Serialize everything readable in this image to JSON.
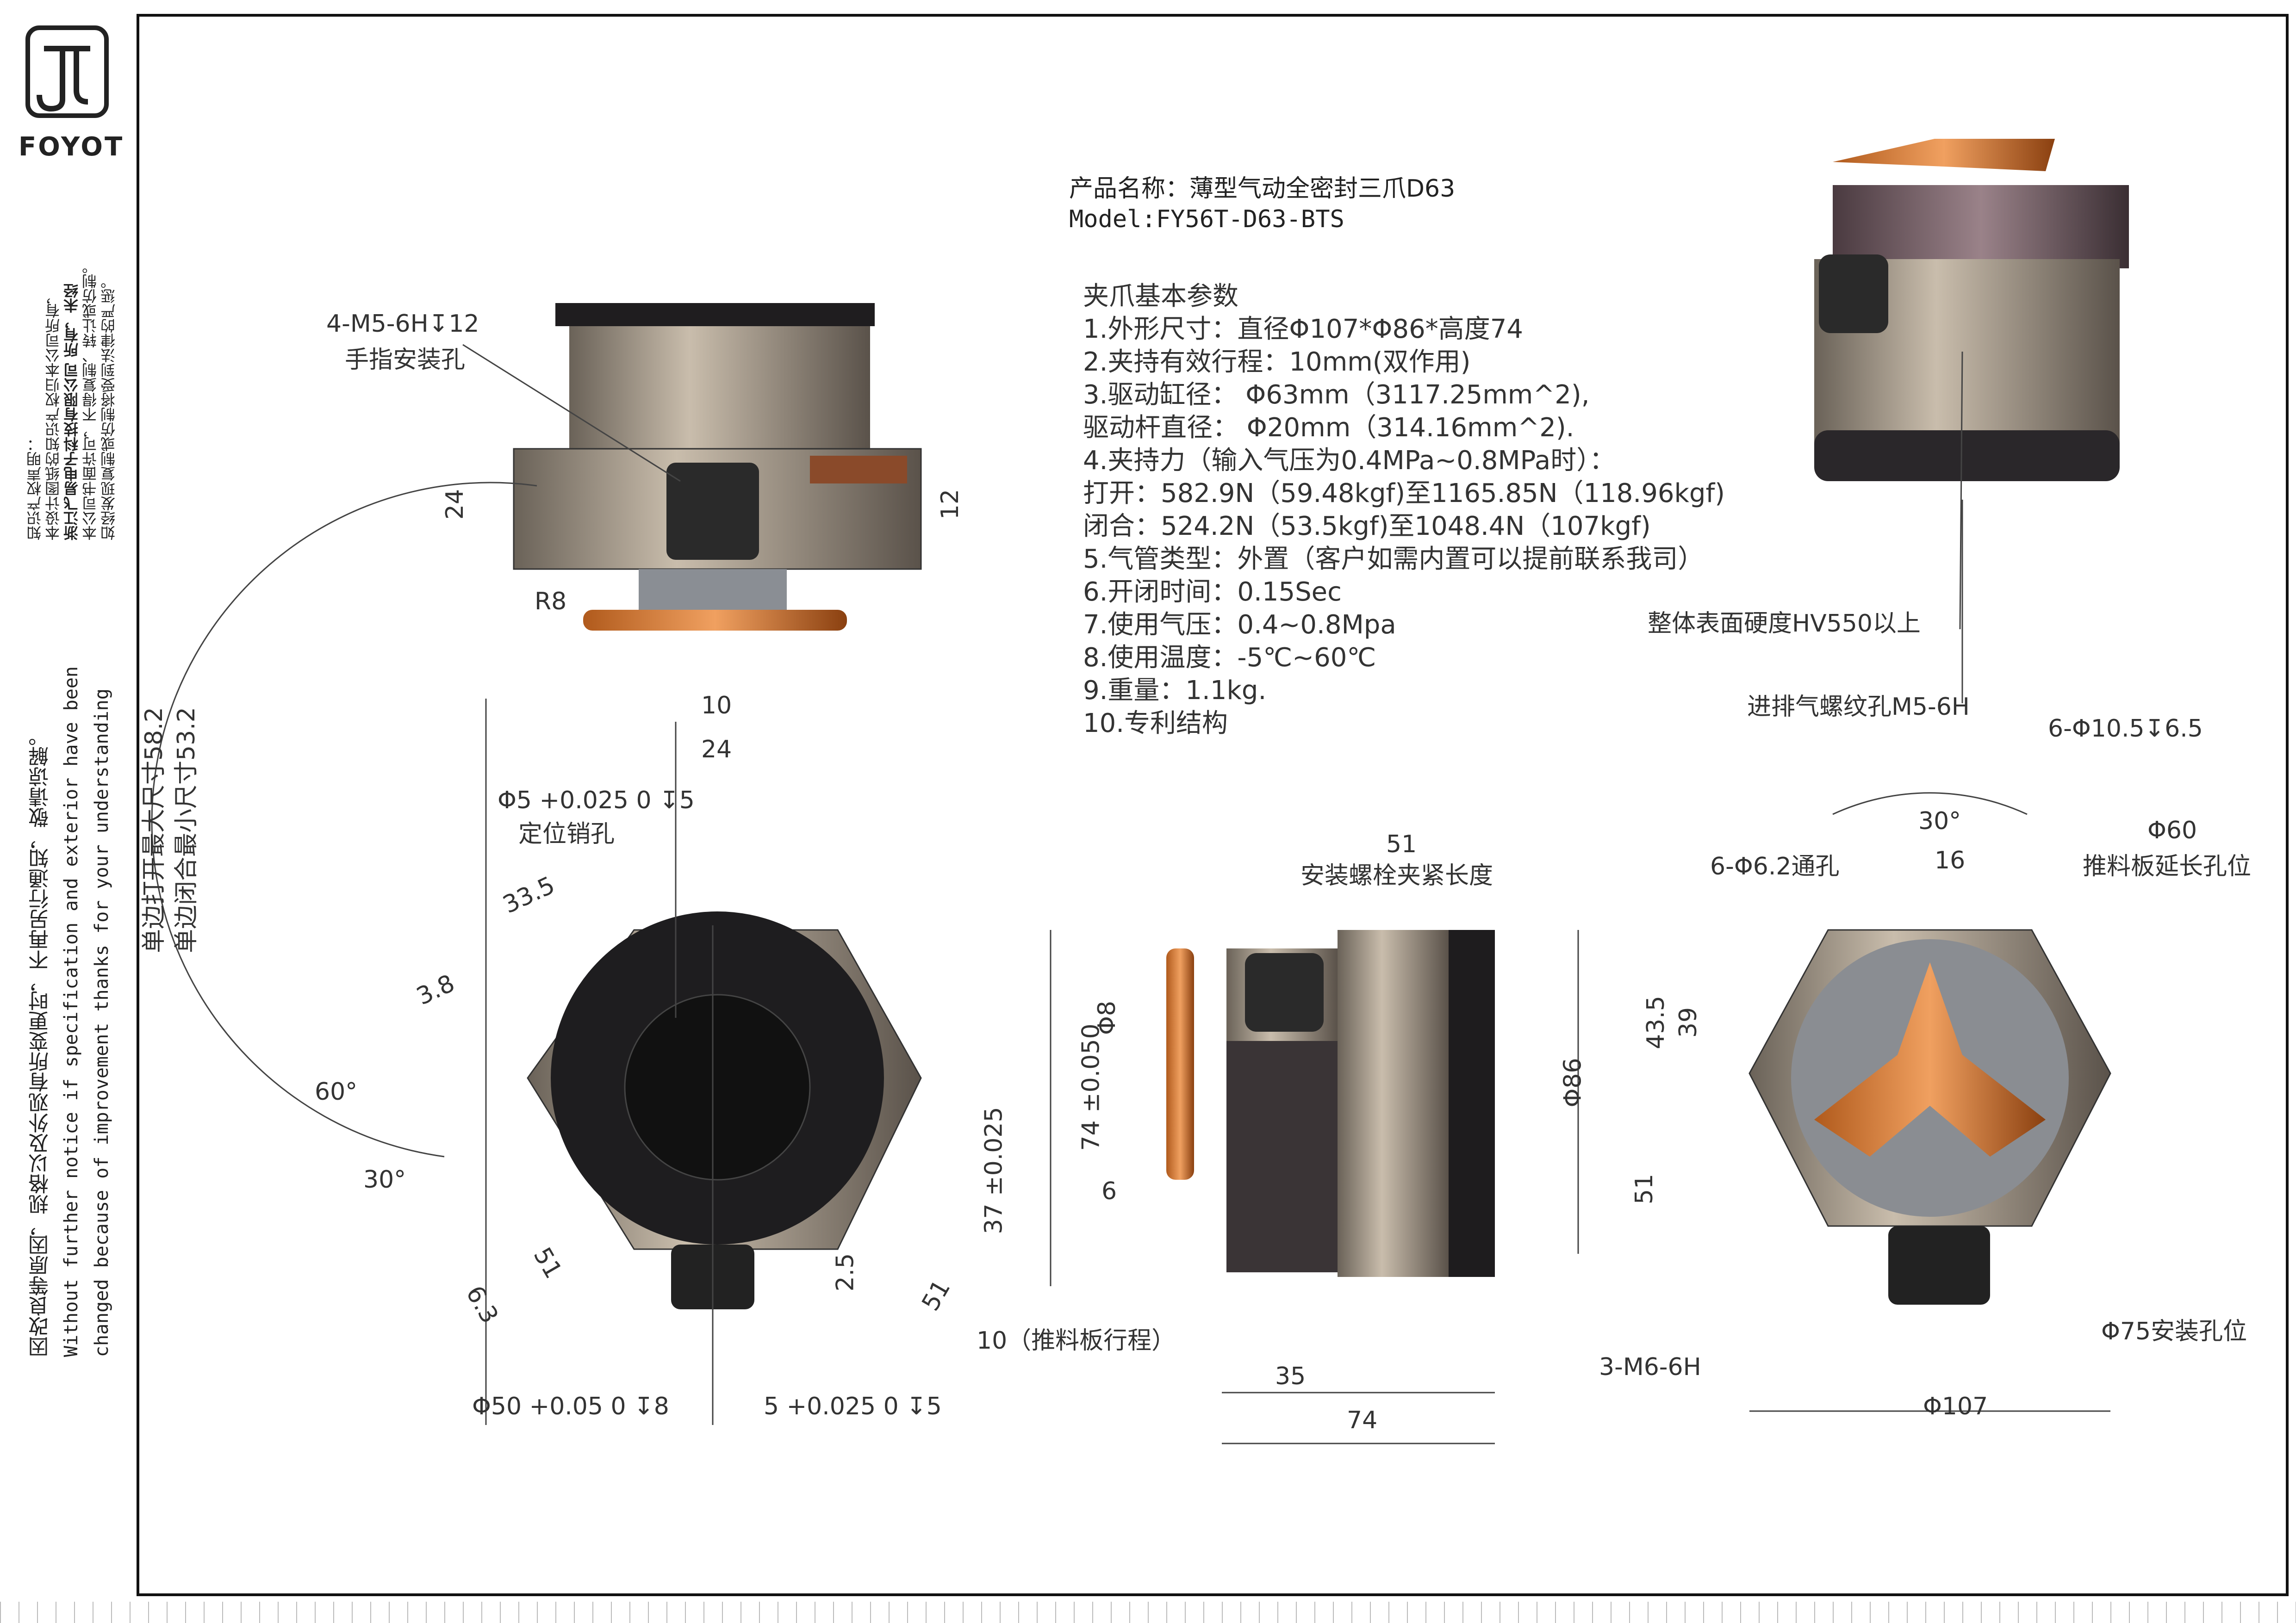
{
  "brand": "FOYOT",
  "side_notes": {
    "copyright_title": "知识产权声明：",
    "copyright_1": "本设计图纸的知识产权归本公司所有，",
    "copyright_2": "浙江飞易电子科技有限公司 所有，未经",
    "copyright_3": "本公司书面许可，不得复制、转让或仿制。",
    "copyright_4": "如经发现复制或仿制将受到法律的严惩。",
    "notice_cn": "因改良等原因，规格以及外观有所变更时，不再另行通知，敬请谅解。",
    "notice_en_1": "Without further  notice if specification and exterior have been",
    "notice_en_2": "changed because of improvement thanks for your understanding"
  },
  "product": {
    "name": "产品名称：薄型气动全密封三爪D63",
    "model": "Model:FY56T-D63-BTS"
  },
  "params": {
    "heading": "夹爪基本参数",
    "lines": [
      "1.外形尺寸：直径Φ107*Φ86*高度74",
      "2.夹持有效行程：10mm(双作用)",
      "3.驱动缸径：  Φ63mm（3117.25mm^2),",
      "驱动杆直径：  Φ20mm（314.16mm^2).",
      "4.夹持力（输入气压为0.4MPa~0.8MPa时）：",
      "打开：582.9N（59.48kgf)至1165.85N（118.96kgf)",
      "闭合：524.2N（53.5kgf)至1048.4N（107kgf)",
      "5.气管类型：外置（客户如需内置可以提前联系我司）",
      "6.开闭时间：0.15Sec",
      "7.使用气压：0.4~0.8Mpa",
      "8.使用温度：-5℃~60℃",
      "9.重量：1.1kg.",
      "10.专利结构"
    ]
  },
  "callouts": {
    "hardness": "整体表面硬度HV550以上",
    "air_port": "进排气螺纹孔M5-6H",
    "finger_hole_1": "4-M5-6H↧12",
    "finger_hole_2": "手指安装孔",
    "r8": "R8",
    "dim_24_left": "24",
    "dim_12": "12",
    "dim_10_top": "10",
    "dim_24_bottom": "24",
    "pin_hole": "Φ5  +0.025 0  ↧5",
    "pin_hole_label": "定位销孔",
    "dim_335": "33.5",
    "dim_38": "3.8",
    "max_open": "单边打开最大尺寸58.2",
    "min_close": "单边闭合最小尺寸53.2",
    "ang_60": "60°",
    "ang_30": "30°",
    "dim_51_left": "51",
    "dim_63": "6.3",
    "dim_74": "74 ±0.050",
    "dim_37": "37 ±0.025",
    "dim_25": "2.5",
    "dim_51_diag": "51",
    "bore_50": "Φ50 +0.05 0 ↧8",
    "bore_5": "5 +0.025 0 ↧5",
    "bolt_51": "51",
    "bolt_label": "安装螺栓夹紧长度",
    "dia_8": "Φ8",
    "dia_86": "Φ86",
    "dim_6": "6",
    "stroke": "10（推料板行程）",
    "dim_35": "35",
    "dim_74_side": "74",
    "holes_6_105": "6-Φ10.5↧6.5",
    "ang_30_right": "30°",
    "holes_6_62": "6-Φ6.2通孔",
    "dim_16": "16",
    "dia_60": "Φ60",
    "push_plate": "推料板延长孔位",
    "dim_435": "43.5",
    "dim_39": "39",
    "dim_51_right": "51",
    "m6": "3-M6-6H",
    "dia_75": "Φ75安装孔位",
    "dia_107": "Φ107"
  }
}
